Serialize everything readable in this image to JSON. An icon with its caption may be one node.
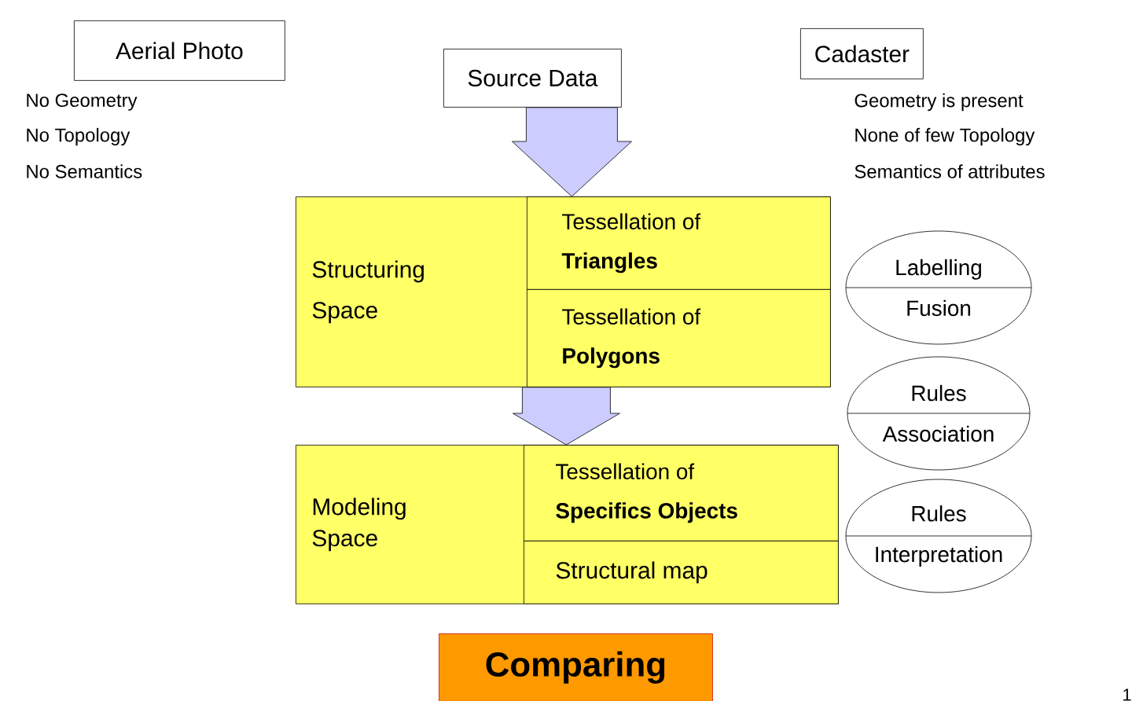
{
  "diagram": {
    "nodes": [
      {
        "text": [
          "Aerial Photo"
        ],
        "beside": [
          "No Geometry",
          "No Topology",
          "No Semantics"
        ]
      },
      {
        "text": [
          "Source Data"
        ]
      },
      {
        "text": [
          "Cadaster"
        ],
        "beside": [
          "Geometry is present",
          "None of few Topology",
          "Semantics of attributes"
        ]
      },
      {
        "text": [
          "Structuring Space"
        ]
      },
      {
        "text": [
          "Tessellation of **Triangles**"
        ],
        "in": 3
      },
      {
        "text": [
          "Tessellation of **Polygons**"
        ],
        "in": 3
      },
      {
        "text": [
          "Modeling Space"
        ]
      },
      {
        "text": [
          "Tessellation of **Specifics Objects**"
        ],
        "in": 6
      },
      {
        "text": [
          "Structural map"
        ],
        "in": 6
      },
      {
        "text": [
          "Labelling",
          "Fusion"
        ]
      },
      {
        "text": [
          "Rules",
          "Association"
        ]
      },
      {
        "text": [
          "Rules",
          "Interpretation"
        ]
      },
      {
        "text": [
          "**Comparing**"
        ]
      }
    ],
    "edges": [
      {
        "from": 1,
        "to": 3,
        "arrow": "to"
      },
      {
        "from": 3,
        "to": 6,
        "arrow": "to"
      }
    ],
    "labels": [
      "1"
    ]
  }
}
